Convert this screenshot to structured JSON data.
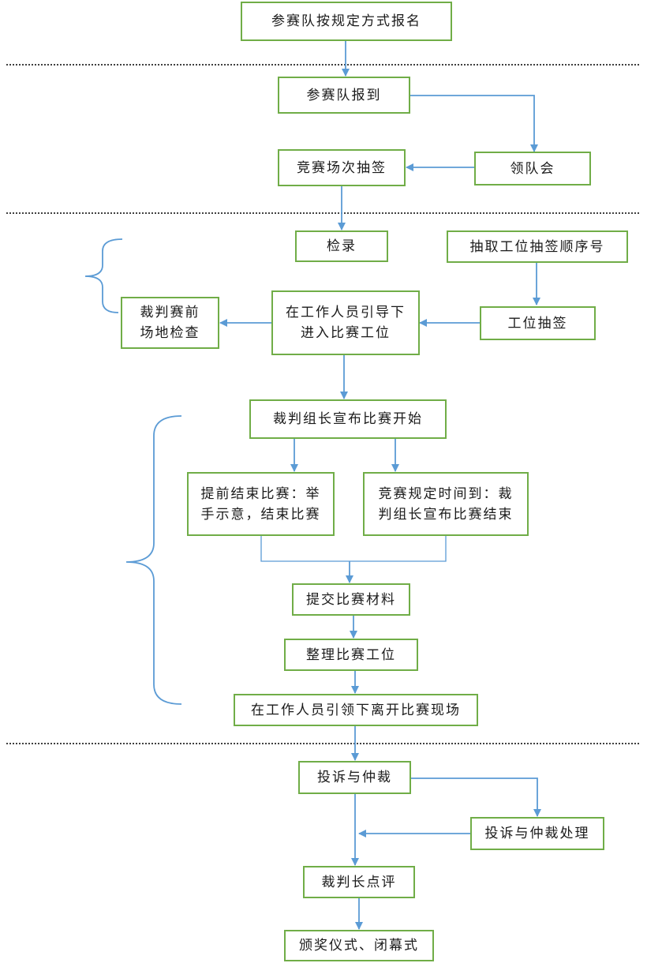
{
  "steps": {
    "register": "参赛队按规定方式报名",
    "checkin": "参赛队报到",
    "leader_meeting": "领队会",
    "draw_session": "竞赛场次抽签",
    "inspection": "检录",
    "draw_station_order": "抽取工位抽签顺序号",
    "station_draw": "工位抽签",
    "enter_station_l1": "在工作人员引导下",
    "enter_station_l2": "进入比赛工位",
    "judge_check_l1": "裁判赛前",
    "judge_check_l2": "场地检查",
    "start": "裁判组长宣布比赛开始",
    "early_end_l1": "提前结束比赛：举",
    "early_end_l2": "手示意，结束比赛",
    "time_up_l1": "竞赛规定时间到：裁",
    "time_up_l2": "判组长宣布比赛结束",
    "submit": "提交比赛材料",
    "tidy": "整理比赛工位",
    "leave": "在工作人员引领下离开比赛现场",
    "appeal": "投诉与仲裁",
    "appeal_handling": "投诉与仲裁处理",
    "review": "裁判长点评",
    "ceremony": "颁奖仪式、闭幕式"
  },
  "colors": {
    "box_border": "#70ad47",
    "arrow": "#5b9bd5",
    "divider": "#000000"
  }
}
